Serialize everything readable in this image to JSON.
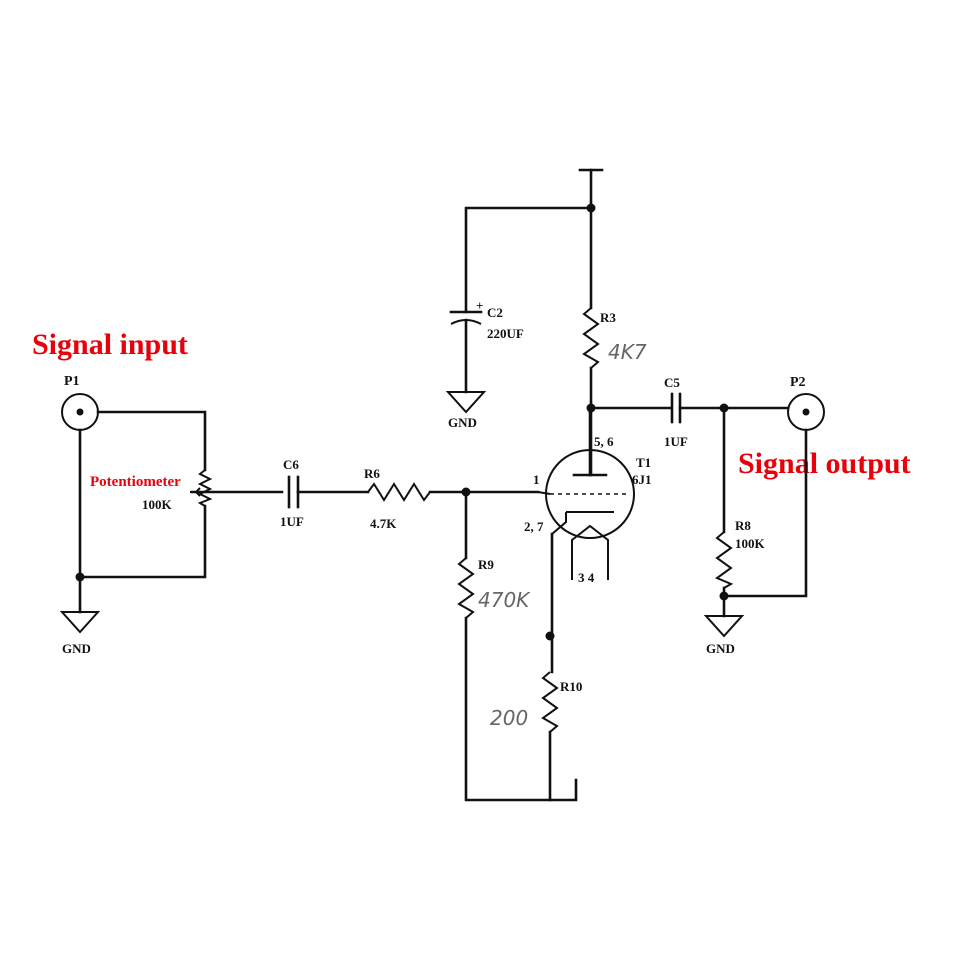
{
  "annotations": {
    "signal_input": "Signal input",
    "signal_output": "Signal output",
    "potentiometer": "Potentiometer",
    "annotation_color": "#e8000b"
  },
  "components": {
    "p1": {
      "ref": "P1"
    },
    "p2": {
      "ref": "P2"
    },
    "pot": {
      "value": "100K"
    },
    "c6": {
      "ref": "C6",
      "value": "1UF"
    },
    "r6": {
      "ref": "R6",
      "value": "4.7K"
    },
    "r9": {
      "ref": "R9",
      "value": "470K"
    },
    "r10": {
      "ref": "R10",
      "value": "200"
    },
    "c2": {
      "ref": "C2",
      "value": "220UF",
      "polarity": "+"
    },
    "r3": {
      "ref": "R3",
      "value": "4K7"
    },
    "c5": {
      "ref": "C5",
      "value": "1UF"
    },
    "r8": {
      "ref": "R8",
      "value": "100K"
    },
    "t1": {
      "ref": "T1",
      "type": "6J1",
      "pin_grid": "1",
      "pin_plate": "5, 6",
      "pin_cathode": "2, 7",
      "pin_heater": "3 4"
    }
  },
  "ground_label": "GND"
}
